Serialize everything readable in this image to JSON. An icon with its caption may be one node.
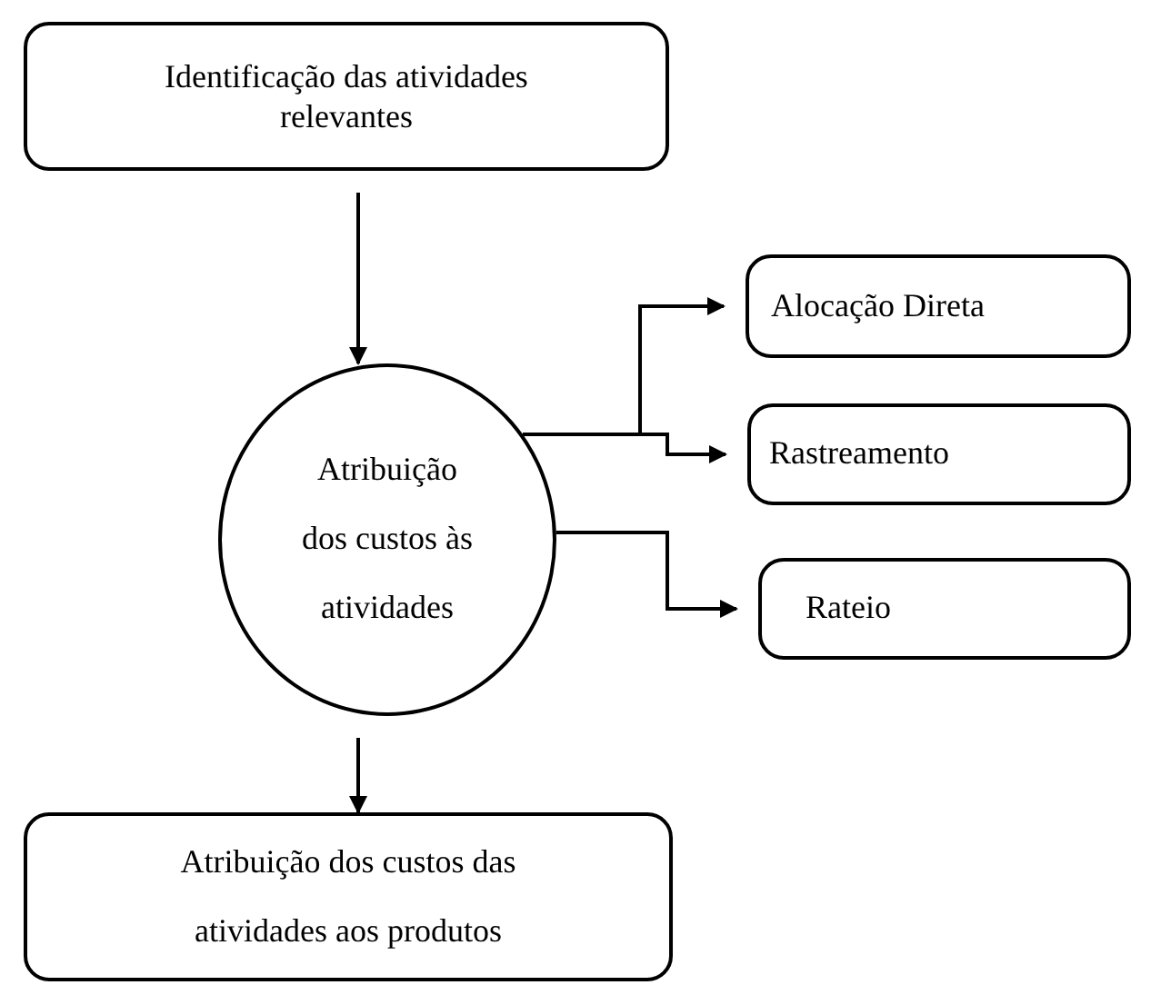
{
  "diagram": {
    "nodes": [
      {
        "text": [
          "Identificação das atividades relevantes"
        ]
      },
      {
        "text": [
          "Atribuição dos custos às atividades"
        ]
      },
      {
        "text": [
          "Alocação Direta"
        ]
      },
      {
        "text": [
          "Rastreamento"
        ]
      },
      {
        "text": [
          "Rateio"
        ]
      },
      {
        "text": [
          "Atribuição dos custos das atividades aos produtos"
        ]
      }
    ],
    "edges": [
      {
        "from": 0,
        "to": 1,
        "arrow": "to"
      },
      {
        "from": 1,
        "to": 2,
        "arrow": "to"
      },
      {
        "from": 1,
        "to": 3,
        "arrow": "to"
      },
      {
        "from": 1,
        "to": 4,
        "arrow": "to"
      },
      {
        "from": 1,
        "to": 5,
        "arrow": "to"
      }
    ]
  }
}
